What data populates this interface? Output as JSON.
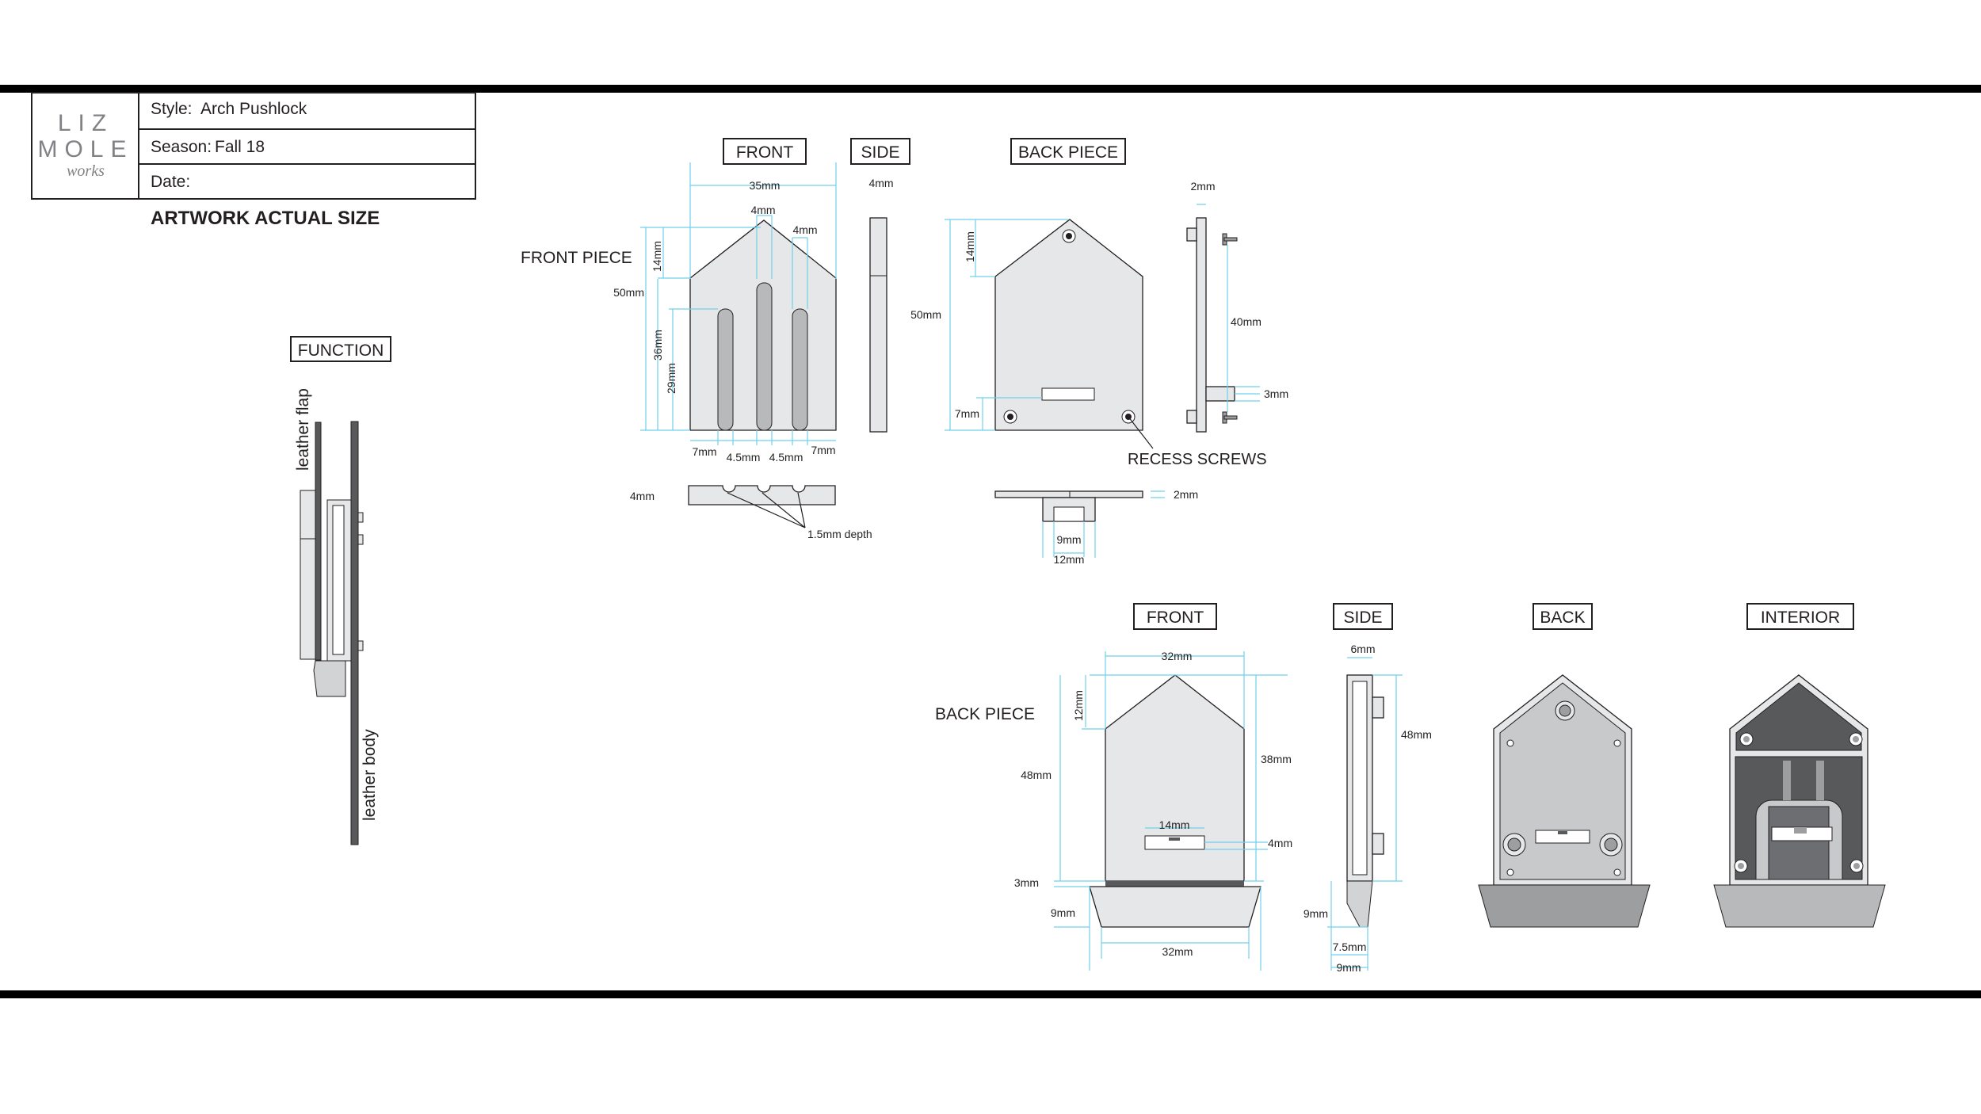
{
  "title_block": {
    "logo_line1": "LIZ",
    "logo_line2": "MOLE",
    "logo_line3": "works",
    "style_label": "Style:",
    "style_value": "Arch Pushlock",
    "season_label": "Season:",
    "season_value": "Fall 18",
    "date_label": "Date:",
    "date_value": "",
    "subtitle": "ARTWORK ACTUAL SIZE"
  },
  "function_view": {
    "heading": "FUNCTION",
    "flap_label": "leather flap",
    "body_label": "leather body"
  },
  "front_piece": {
    "row_label": "FRONT PIECE",
    "front_heading": "FRONT",
    "side_heading": "SIDE",
    "dims": {
      "width": "35mm",
      "top_gap": "4mm",
      "right_gap": "4mm",
      "roof_height": "14mm",
      "total_height": "50mm",
      "wall_height": "36mm",
      "slot_height": "29mm",
      "left_margin": "7mm",
      "gap_a": "4.5mm",
      "gap_b": "4.5mm",
      "right_margin": "7mm",
      "side_thickness": "4mm",
      "bottom_thickness": "4mm",
      "groove_depth": "1.5mm depth"
    }
  },
  "back_piece_top": {
    "heading": "BACK PIECE",
    "dims": {
      "side_thickness": "2mm",
      "roof_height": "14mm",
      "total_height": "50mm",
      "bottom_offset": "7mm",
      "screw_span": "40mm",
      "post_length": "3mm",
      "plate_thickness": "2mm",
      "post_width": "9mm",
      "base_width": "12mm"
    },
    "callout": "RECESS SCREWS"
  },
  "back_piece_assembly": {
    "row_label": "BACK PIECE",
    "front_heading": "FRONT",
    "side_heading": "SIDE",
    "back_heading": "BACK",
    "interior_heading": "INTERIOR",
    "dims": {
      "top_width": "32mm",
      "roof_height": "12mm",
      "total_height": "48mm",
      "wall_height": "38mm",
      "window_width": "14mm",
      "window_height": "4mm",
      "gap": "3mm",
      "base_height": "9mm",
      "bottom_width": "32mm",
      "side_depth": "6mm",
      "side_height": "48mm",
      "side_base_height": "9mm",
      "side_base_a": "7.5mm",
      "side_base_b": "9mm"
    }
  },
  "colors": {
    "dimension_line": "#6fd0ec",
    "part_fill": "#e6e7e8",
    "dark_fill": "#4d4d4f",
    "border": "#000000"
  }
}
